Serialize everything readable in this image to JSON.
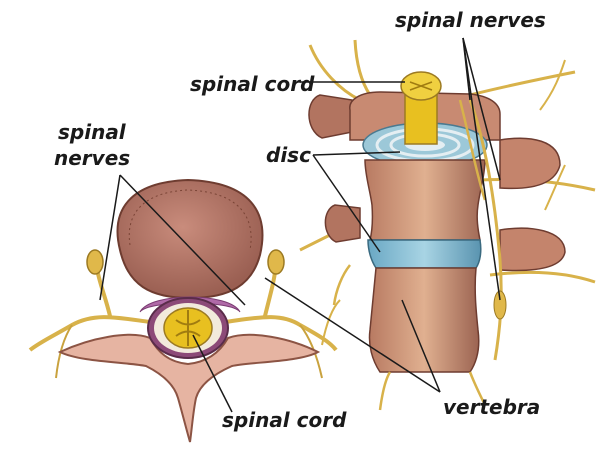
{
  "labels": {
    "spinal_nerves_top": "spinal nerves",
    "spinal_cord_top": "spinal cord",
    "disc": "disc",
    "spinal_nerves_left_line1": "spinal",
    "spinal_nerves_left_line2": "nerves",
    "spinal_cord_bottom": "spinal cord",
    "vertebra": "vertebra"
  },
  "colors": {
    "bone": "#d9a28e",
    "bone_dark": "#a86a58",
    "bone_shadow": "#8c5444",
    "disc_blue": "#8fc4d8",
    "disc_white": "#e4eef2",
    "nerve": "#d8b24a",
    "nerve_dark": "#9c7a22",
    "cord_yellow": "#e8c020",
    "membrane_purple": "#b06aa8",
    "leader_line": "#1a1a1a"
  }
}
